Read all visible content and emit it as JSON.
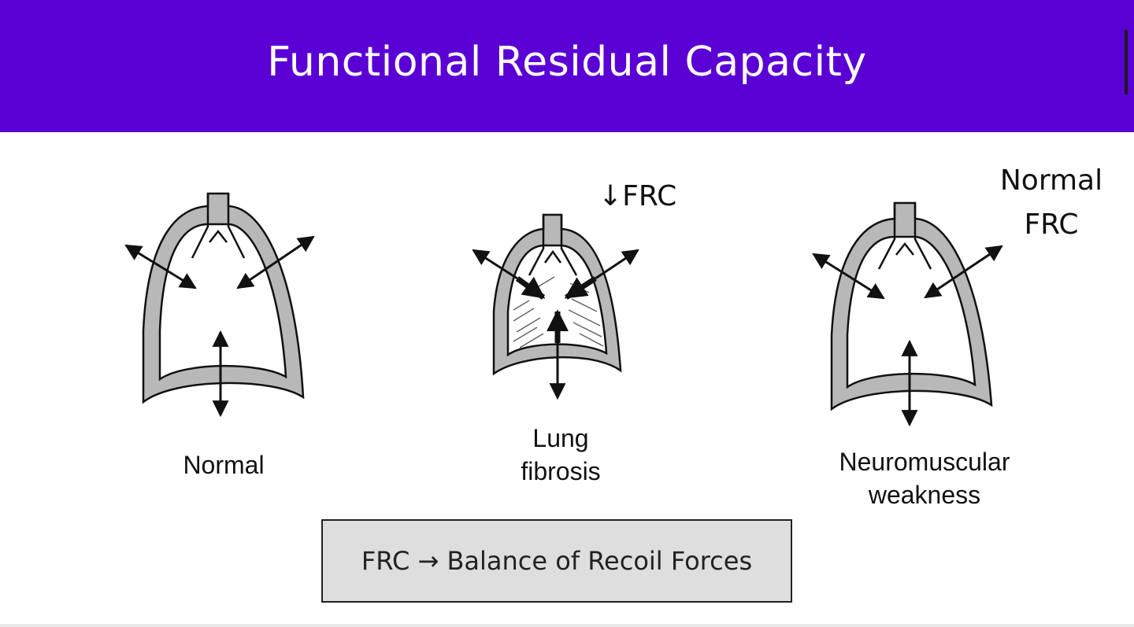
{
  "header": {
    "title": "Functional Residual Capacity",
    "background": "#5a00d4"
  },
  "panels": [
    {
      "label": "Normal"
    },
    {
      "label": "Lung\nfibrosis",
      "frc_note": "↓FRC"
    },
    {
      "label": "Neuromuscular\nweakness",
      "frc_note": "Normal\nFRC"
    }
  ],
  "summary": "FRC → Balance of Recoil Forces",
  "colors": {
    "lung_wall": "#b8b8b8",
    "outline": "#111111",
    "box_fill": "#dedede"
  }
}
